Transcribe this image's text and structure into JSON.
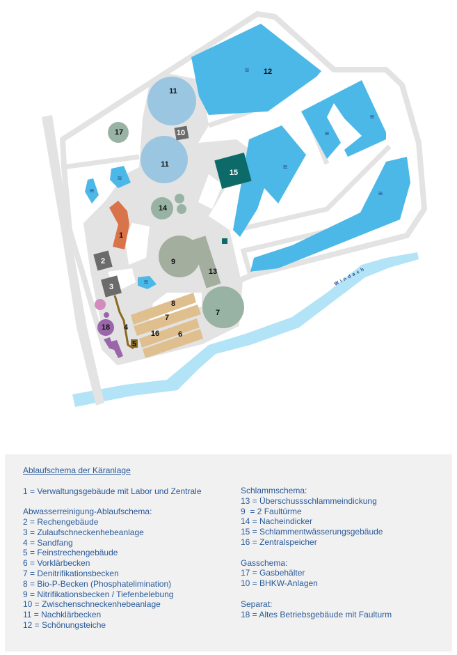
{
  "map": {
    "river_name": "Windach",
    "labels": {
      "n1": "1",
      "n2": "2",
      "n3": "3",
      "n4": "4",
      "n5": "5",
      "n6": "6",
      "n7a": "7",
      "n7b": "7",
      "n8": "8",
      "n9": "9",
      "n10": "10",
      "n11a": "11",
      "n11b": "11",
      "n12": "12",
      "n13": "13",
      "n14": "14",
      "n15": "15",
      "n16": "16",
      "n17": "17",
      "n18": "18"
    },
    "water_symbol": "≋",
    "colors": {
      "road": "#e3e3e3",
      "pond": "#4bb8e8",
      "clarifier": "#9ac6e2",
      "river": "#b3e3f6",
      "admin": "#d9734a",
      "building": "#6b6b6b",
      "basin": "#e0bf8e",
      "tank": "#98b3a3",
      "sludge": "#0c6b68",
      "old": "#9a66aa"
    }
  },
  "legend": {
    "title": "Ablaufschema der Käranlage",
    "admin": "1 = Verwaltungsgebäude mit Labor und Zentrale",
    "wastewater": {
      "heading": "Abwasserreinigung-Ablaufschema:",
      "items": [
        "2 = Rechengebäude",
        "3 = Zulaufschneckenhebeanlage",
        "4 = Sandfang",
        "5 = Feinstrechengebäude",
        "6 = Vorklärbecken",
        "7 = Denitrifikationsbecken",
        "8 = Bio-P-Becken (Phosphatelimination)",
        "9 = Nitrifikationsbecken / Tiefenbelebung",
        "10 = Zwischenschneckenhebeanlage",
        "11 = Nachklärbecken",
        "12 = Schönungsteiche"
      ]
    },
    "sludge": {
      "heading": "Schlammschema:",
      "items": [
        "13 = Überschussschlammeindickung",
        "9  = 2 Faultürme",
        "14 = Nacheindicker",
        "15 = Schlammentwässerungsgebäude",
        "16 = Zentralspeicher"
      ]
    },
    "gas": {
      "heading": "Gasschema:",
      "items": [
        "17 = Gasbehälter",
        "10 = BHKW-Anlagen"
      ]
    },
    "separate": {
      "heading": "Separat:",
      "items": [
        "18 = Altes Betriebsgebäude mit Faulturm"
      ]
    }
  }
}
